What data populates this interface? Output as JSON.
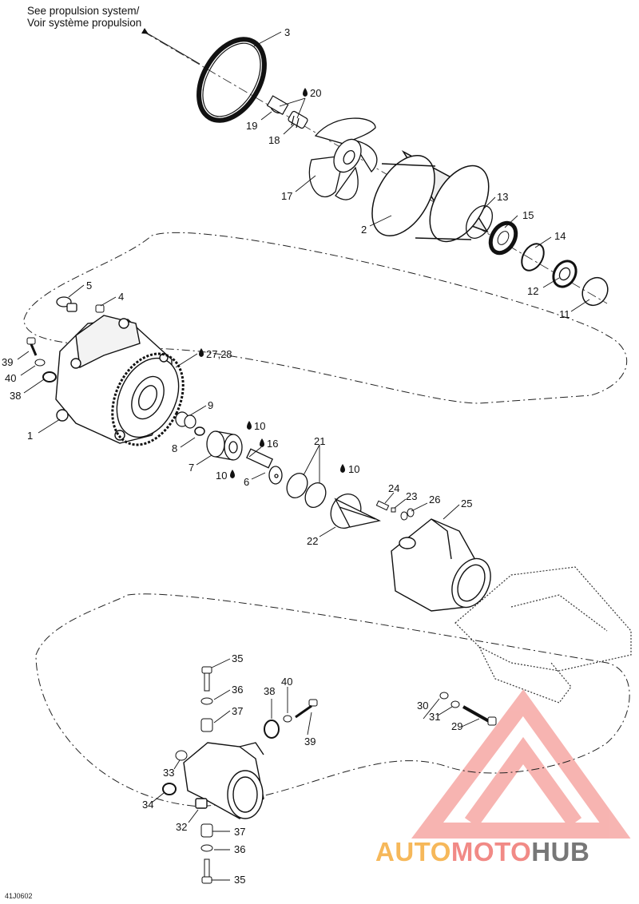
{
  "reference_note": {
    "line1": "See propulsion system/",
    "line2": "Voir système propulsion"
  },
  "drawing_code": "41J0602",
  "watermark": {
    "part1": "AUTO",
    "part2": "MOTO",
    "part3": "HUB"
  },
  "callouts": {
    "c1": "1",
    "c2": "2",
    "c3": "3",
    "c4": "4",
    "c5": "5",
    "c6": "6",
    "c7": "7",
    "c8": "8",
    "c9": "9",
    "c10a": "10",
    "c10b": "10",
    "c10c": "10",
    "c11": "11",
    "c12": "12",
    "c13": "13",
    "c14": "14",
    "c15": "15",
    "c16": "16",
    "c17": "17",
    "c18": "18",
    "c19": "19",
    "c20": "20",
    "c21": "21",
    "c22": "22",
    "c23": "23",
    "c24": "24",
    "c25": "25",
    "c26": "26",
    "c2728": "27,28",
    "c29": "29",
    "c30": "30",
    "c31": "31",
    "c32": "32",
    "c33": "33",
    "c34": "34",
    "c35a": "35",
    "c35b": "35",
    "c36a": "36",
    "c36b": "36",
    "c37a": "37",
    "c37b": "37",
    "c38a": "38",
    "c38b": "38",
    "c39a": "39",
    "c39b": "39",
    "c40a": "40",
    "c40b": "40"
  },
  "colors": {
    "watermark_orange": "#f6b85a",
    "watermark_red": "#f18a86",
    "watermark_gray": "#777777",
    "lines": "#111111"
  }
}
